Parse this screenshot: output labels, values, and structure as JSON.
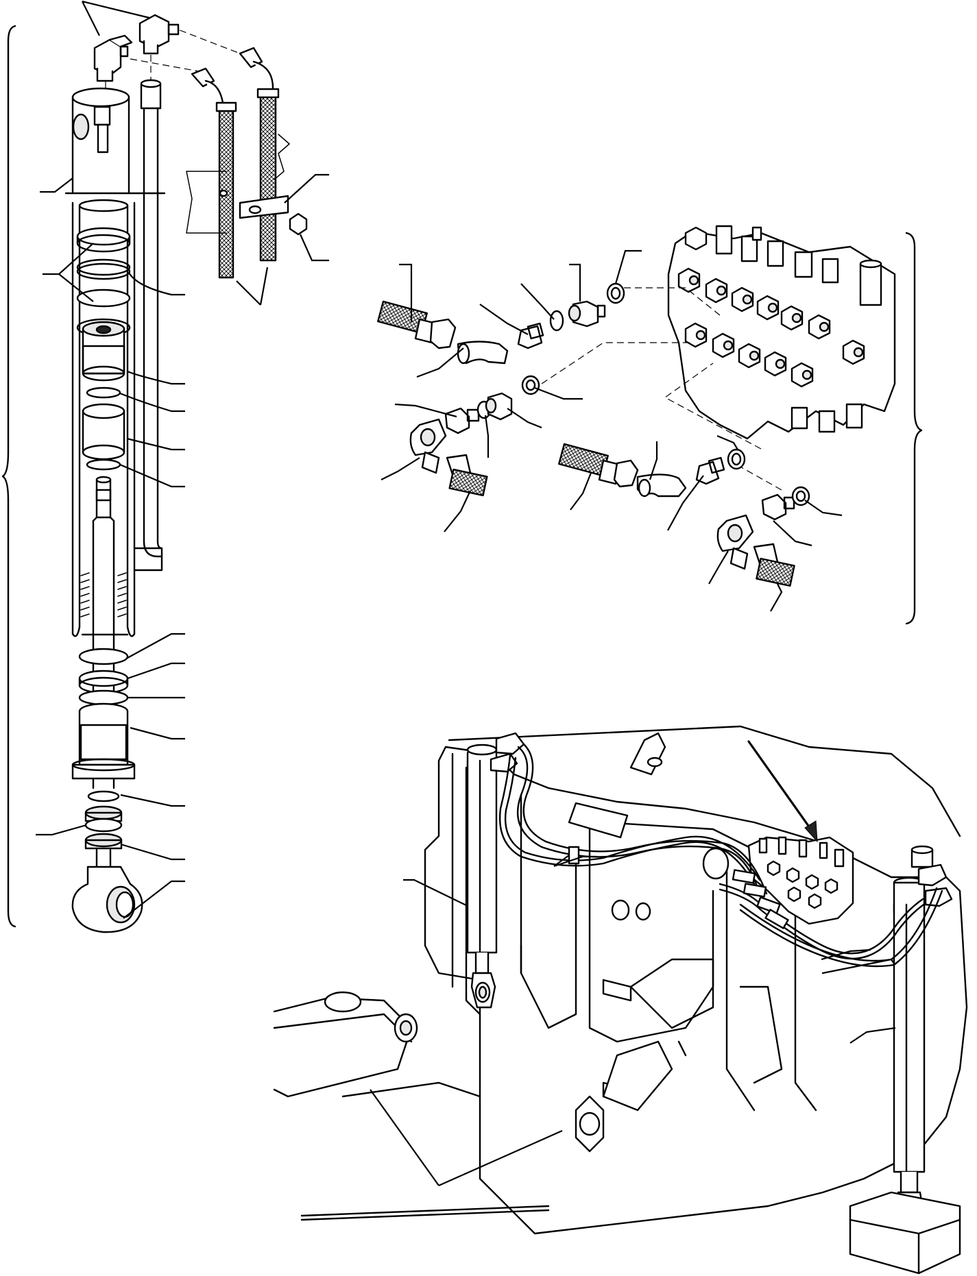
{
  "figure": {
    "callout_labels": []
  },
  "views": {
    "left": "exploded-cylinder",
    "upper_right": "control-valve-fittings",
    "lower_right": "installed-assembly"
  }
}
